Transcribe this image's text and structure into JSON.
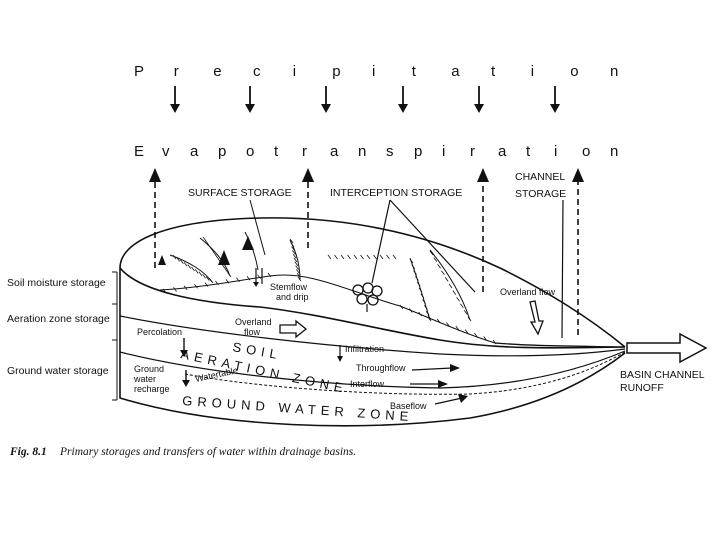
{
  "top": {
    "precipitation": [
      "P",
      "r",
      "e",
      "c",
      "i",
      "p",
      "i",
      "t",
      "a",
      "t",
      "i",
      "o",
      "n"
    ],
    "evapotranspiration": [
      "E",
      "v",
      "a",
      "p",
      "o",
      "t",
      "r",
      "a",
      "n",
      "s",
      "p",
      "i",
      "r",
      "a",
      "t",
      "i",
      "o",
      "n"
    ]
  },
  "callouts": {
    "surface_storage": "SURFACE STORAGE",
    "interception_storage": "INTERCEPTION STORAGE",
    "channel_storage_1": "CHANNEL",
    "channel_storage_2": "STORAGE"
  },
  "left_labels": {
    "soil_moisture": "Soil moisture storage",
    "aeration_zone": "Aeration zone storage",
    "ground_water": "Ground water storage"
  },
  "process_labels": {
    "stemflow_1": "Stemflow",
    "stemflow_2": "and drip",
    "overland_center_1": "Overland",
    "overland_center_2": "flow",
    "overland_right": "Overland flow",
    "percolation": "Percolation",
    "infiltration": "Infiltration",
    "throughflow": "Throughflow",
    "interflow": "Interflow",
    "baseflow": "Baseflow",
    "gw_recharge_1": "Ground",
    "gw_recharge_2": "water",
    "gw_recharge_3": "recharge",
    "watertable": "Watertable"
  },
  "zones": {
    "soil": "SOIL",
    "aeration": "AERATION ZONE",
    "ground_water": "GROUND WATER ZONE"
  },
  "outflow": {
    "line1": "BASIN CHANNEL",
    "line2": "RUNOFF"
  },
  "caption": {
    "number": "Fig. 8.1",
    "text": "Primary storages and transfers of water within drainage basins."
  }
}
